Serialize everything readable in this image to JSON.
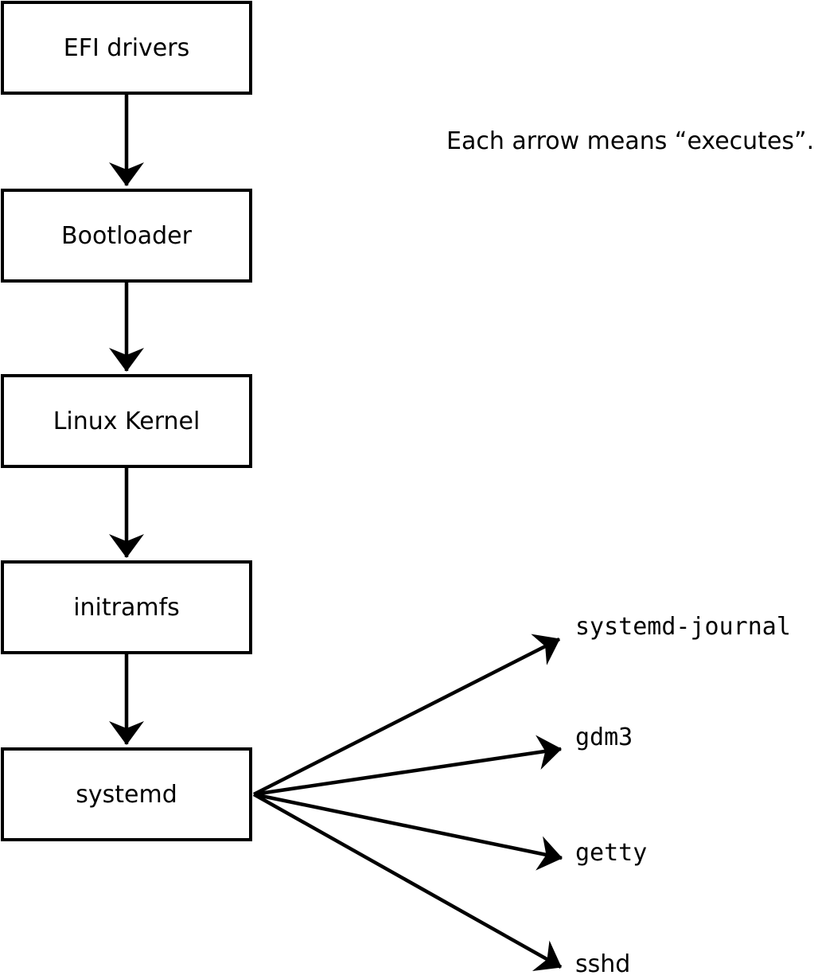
{
  "diagram": {
    "title_annotation": "Each arrow means “executes”.",
    "arrow_meaning": "executes",
    "chain": [
      {
        "label": "EFI drivers"
      },
      {
        "label": "Bootloader"
      },
      {
        "label": "Linux Kernel"
      },
      {
        "label": "initramfs"
      },
      {
        "label": "systemd"
      }
    ],
    "targets": [
      {
        "label": "systemd-journal"
      },
      {
        "label": "gdm3"
      },
      {
        "label": "getty"
      },
      {
        "label": "sshd"
      }
    ],
    "colors": {
      "stroke": "#000000",
      "node_fill": "#ffffff",
      "background": "#ffffff",
      "text": "#000000"
    }
  }
}
